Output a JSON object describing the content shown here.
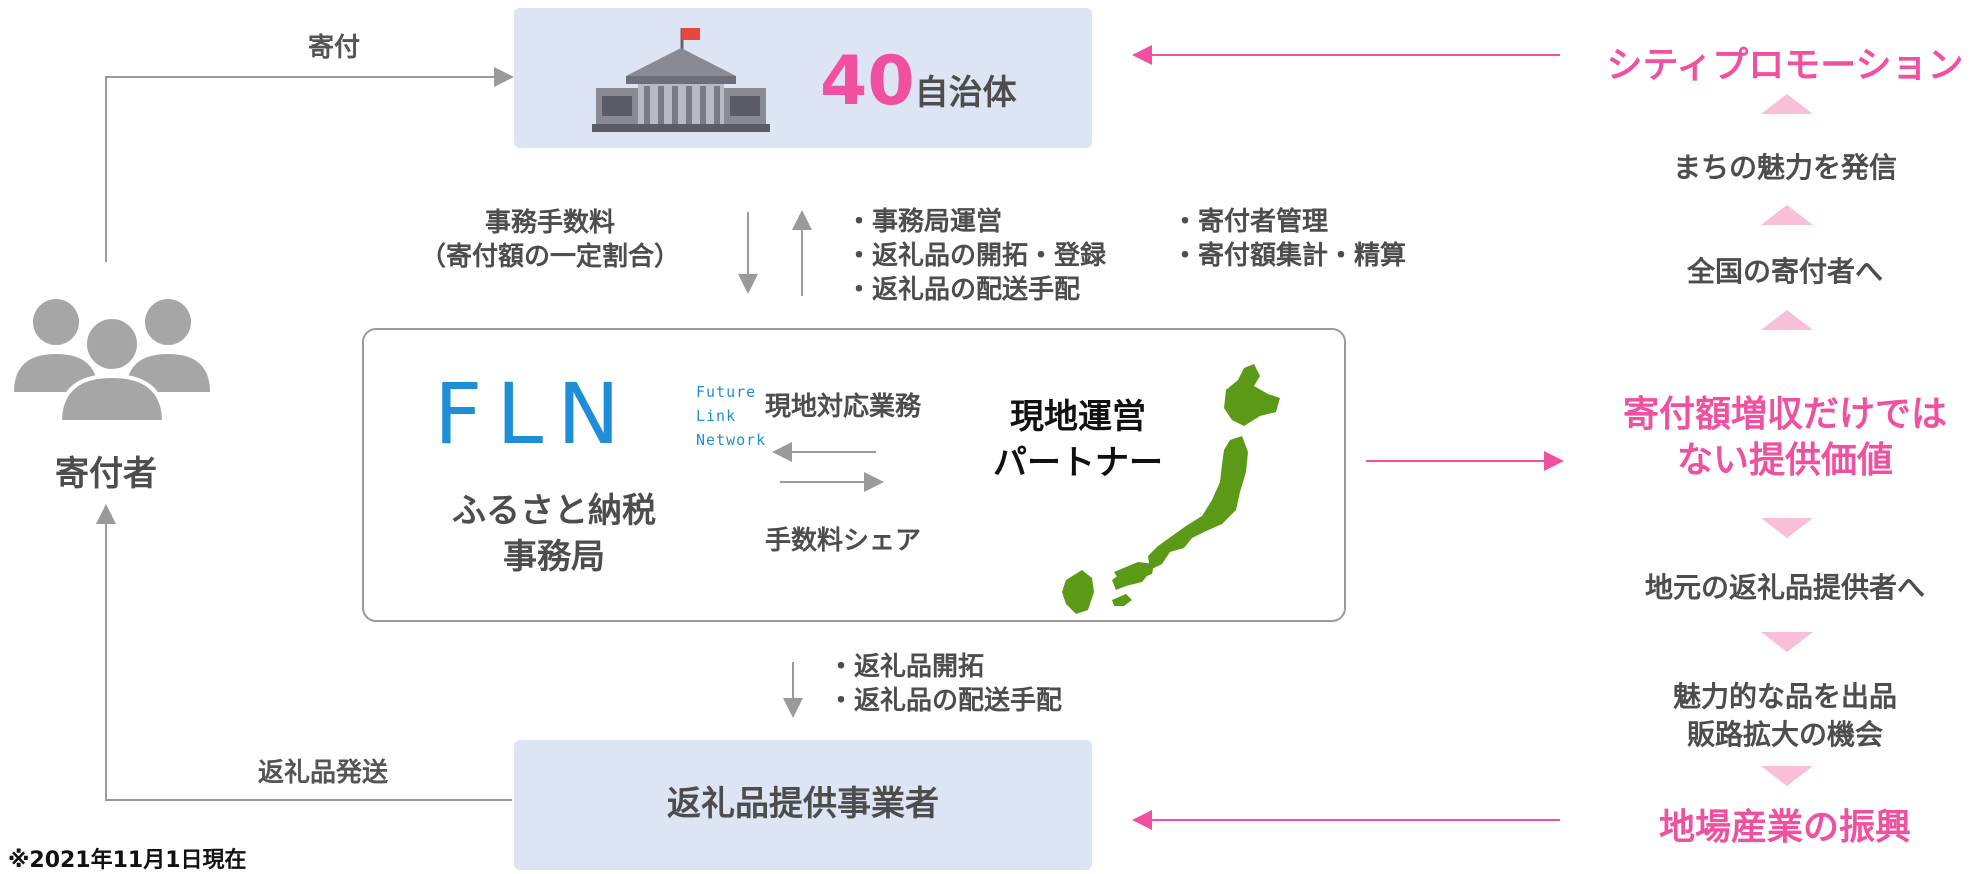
{
  "left": {
    "donation_label": "寄付",
    "donor_label": "寄付者",
    "return_shipping_label": "返礼品発送"
  },
  "municipality": {
    "count": "40",
    "suffix": "自治体"
  },
  "middle": {
    "fee_line1": "事務手数料",
    "fee_line2": "（寄付額の一定割合）",
    "tasks_col1": [
      "・事務局運営",
      "・返礼品の開拓・登録",
      "・返礼品の配送手配"
    ],
    "tasks_col2": [
      "・寄付者管理",
      "・寄付額集計・精算"
    ],
    "provider_tasks": [
      "・返礼品開拓",
      "・返礼品の配送手配"
    ]
  },
  "center_box": {
    "logo_letters": "FLN",
    "logo_sub": [
      "Future",
      "Link",
      "Network"
    ],
    "office_line1": "ふるさと納税",
    "office_line2": "事務局",
    "local_support": "現地対応業務",
    "fee_share": "手数料シェア",
    "partner_line1": "現地運営",
    "partner_line2": "パートナー"
  },
  "provider": {
    "label": "返礼品提供事業者"
  },
  "note": "※2021年11月1日現在",
  "right": {
    "city_promotion": "シティプロモーション",
    "step1": "まちの魅力を発信",
    "step2": "全国の寄付者へ",
    "value_line1": "寄付額増収だけでは",
    "value_line2": "ない提供価値",
    "step3": "地元の返礼品提供者へ",
    "step4_line1": "魅力的な品を出品",
    "step4_line2": "販路拡大の機会",
    "industry": "地場産業の振興"
  },
  "colors": {
    "pink": "#f14fa0",
    "light_blue_box": "#dde5f4",
    "fln_blue": "#1e8fd6",
    "japan_green": "#5a9a16"
  },
  "icons": [
    "government-building-icon",
    "donor-group-icon",
    "japan-map-icon"
  ]
}
